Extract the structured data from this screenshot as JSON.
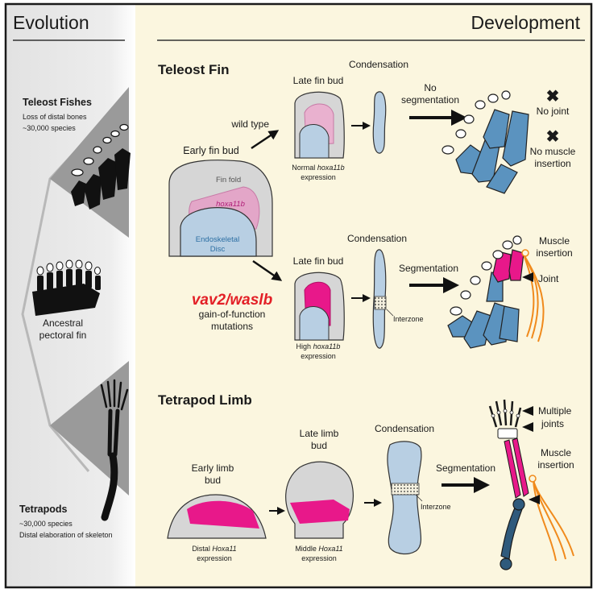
{
  "evolution": {
    "header": "Evolution",
    "teleost": {
      "title": "Teleost Fishes",
      "line1": "Loss of distal bones",
      "line2": "~30,000 species"
    },
    "ancestral": {
      "line1": "Ancestral",
      "line2": "pectoral fin"
    },
    "tetrapods": {
      "title": "Tetrapods",
      "line1": "~30,000 species",
      "line2": "Distal elaboration of skeleton"
    }
  },
  "development": {
    "header": "Development",
    "teleost_fin": {
      "title": "Teleost Fin",
      "early_bud": "Early fin bud",
      "fin_fold": "Fin fold",
      "hoxa11b": "hoxa11b",
      "endo_line1": "Endoskeletal",
      "endo_line2": "Disc",
      "wild_type": "wild type",
      "late_bud_top": "Late fin bud",
      "normal_prefix": "Normal ",
      "normal_gene": "hoxa11b",
      "expression": "expression",
      "condensation_top": "Condensation",
      "no_seg_line1": "No",
      "no_seg_line2": "segmentation",
      "no_joint": "No joint",
      "no_muscle_line1": "No muscle",
      "no_muscle_line2": "insertion",
      "mutant_genes": "vav2/waslb",
      "mutant_line1": "gain-of-function",
      "mutant_line2": "mutations",
      "late_bud_mid": "Late fin bud",
      "high_prefix": "High ",
      "high_gene": "hoxa11b",
      "condensation_mid": "Condensation",
      "interzone": "Interzone",
      "segmentation": "Segmentation",
      "muscle_line1": "Muscle",
      "muscle_line2": "insertion",
      "joint": "Joint"
    },
    "tetrapod_limb": {
      "title": "Tetrapod Limb",
      "early_line1": "Early limb",
      "early_line2": "bud",
      "late_line1": "Late limb",
      "late_line2": "bud",
      "condensation": "Condensation",
      "distal_prefix": "Distal ",
      "distal_gene": "Hoxa11",
      "middle_prefix": "Middle ",
      "middle_gene": "Hoxa11",
      "expression": "expression",
      "interzone": "Interzone",
      "segmentation": "Segmentation",
      "multiple_line1": "Multiple",
      "multiple_line2": "joints",
      "muscle_line1": "Muscle",
      "muscle_line2": "insertion"
    }
  },
  "colors": {
    "frame": "#1a1a1a",
    "evolution_bg": "#e9e9e9",
    "development_bg": "#fbf6df",
    "bone_blue": "#5b93bf",
    "light_blue": "#b8cfe3",
    "bud_grey": "#d6d6d6",
    "magenta": "#e8188a",
    "pale_magenta": "#e9b1cf",
    "muscle_orange": "#f08a1c",
    "mutant_red": "#e31f26",
    "wedge_grey": "#9a9a9a"
  }
}
